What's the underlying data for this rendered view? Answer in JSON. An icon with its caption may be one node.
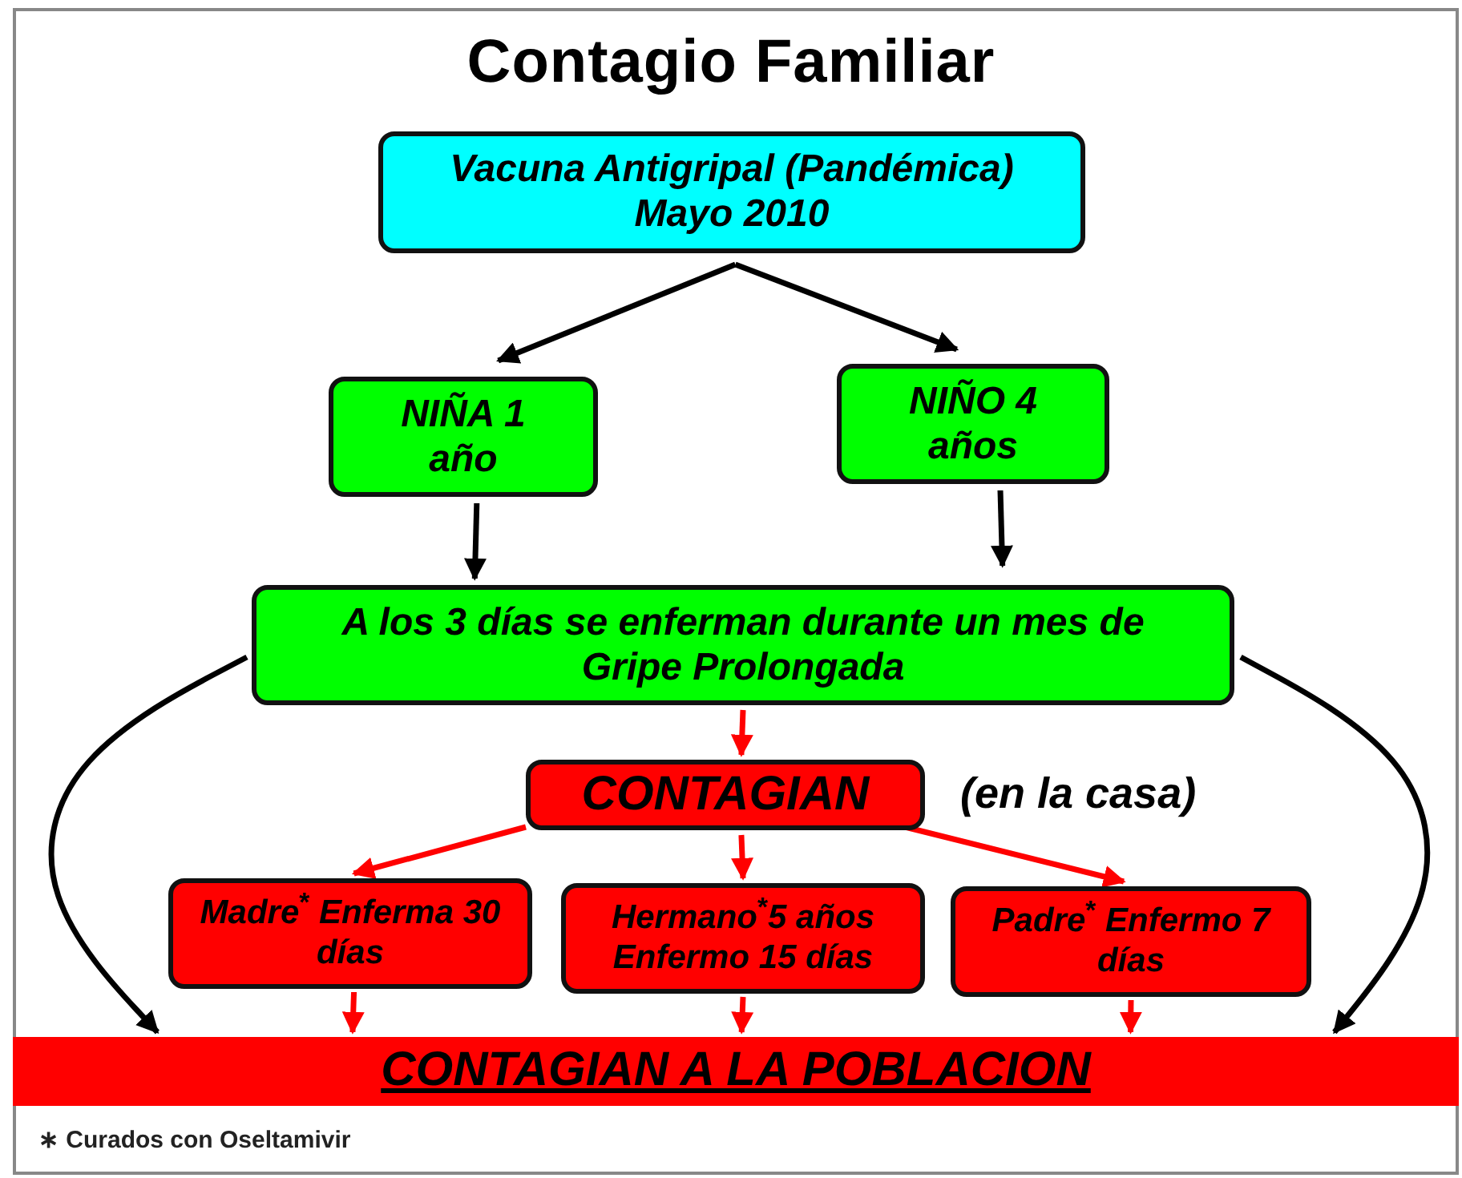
{
  "diagram": {
    "title": "Contagio Familiar",
    "nodes": [
      {
        "text": [
          "Vacuna Antigripal (Pandémica) Mayo 2010"
        ]
      },
      {
        "text": [
          "NIÑA 1 año"
        ]
      },
      {
        "text": [
          "NIÑO 4 años"
        ]
      },
      {
        "text": [
          "A los 3 días se enferman durante un mes de Gripe Prolongada"
        ]
      },
      {
        "text": [
          "CONTAGIAN"
        ],
        "beside": [
          "(en la casa)"
        ]
      },
      {
        "text": [
          "Madre$^{*}$ Enferma 30 días"
        ]
      },
      {
        "text": [
          "Hermano$^{*}$5 años Enfermo 15 días"
        ]
      },
      {
        "text": [
          "Padre$^{*}$ Enfermo 7 días"
        ]
      },
      {
        "text": [
          "CONTAGIAN A LA POBLACION"
        ]
      }
    ],
    "edges": [
      {
        "from": 0,
        "to": 1,
        "arrow": "to",
        "color": "#000000"
      },
      {
        "from": 0,
        "to": 2,
        "arrow": "to",
        "color": "#000000"
      },
      {
        "from": 1,
        "to": 3,
        "arrow": "to",
        "color": "#000000"
      },
      {
        "from": 2,
        "to": 3,
        "arrow": "to",
        "color": "#000000"
      },
      {
        "from": 3,
        "to": 4,
        "arrow": "to"
      },
      {
        "from": 4,
        "to": 5,
        "arrow": "to"
      },
      {
        "from": 4,
        "to": 6,
        "arrow": "to"
      },
      {
        "from": 4,
        "to": 7,
        "arrow": "to"
      },
      {
        "from": 5,
        "to": 8,
        "arrow": "to"
      },
      {
        "from": 6,
        "to": 8,
        "arrow": "to"
      },
      {
        "from": 7,
        "to": 8,
        "arrow": "to"
      },
      {
        "from": 3,
        "to": 8,
        "arrow": "to",
        "color": "#000000"
      },
      {
        "from": 3,
        "to": 8,
        "arrow": "to",
        "color": "#000000"
      }
    ],
    "labels": [
      "∗ Curados con Oseltamivir"
    ]
  }
}
